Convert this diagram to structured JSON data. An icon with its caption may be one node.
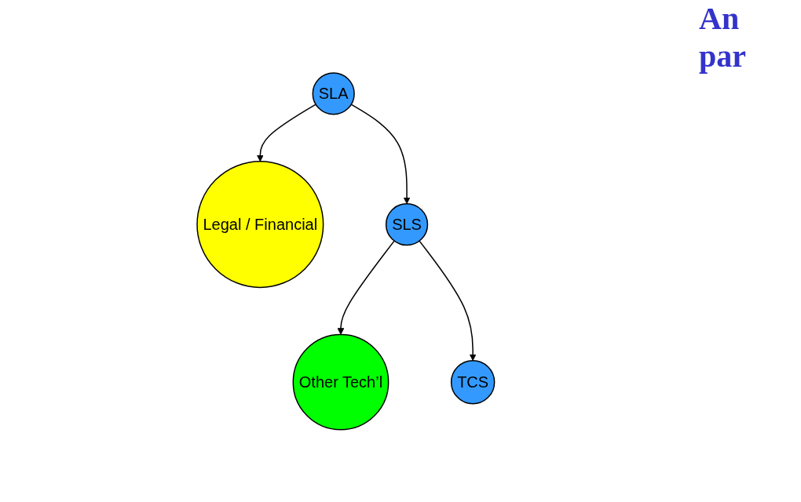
{
  "diagram": {
    "nodes": [
      {
        "text": [
          "SLA"
        ]
      },
      {
        "text": [
          "Legal / Financial"
        ]
      },
      {
        "text": [
          "SLS"
        ]
      },
      {
        "text": [
          "Other Tech’l"
        ]
      },
      {
        "text": [
          "TCS"
        ]
      }
    ],
    "edges": [
      {
        "from": 0,
        "to": 1,
        "arrow": "to"
      },
      {
        "from": 0,
        "to": 2,
        "arrow": "to"
      },
      {
        "from": 2,
        "to": 3,
        "arrow": "to"
      },
      {
        "from": 2,
        "to": 4,
        "arrow": "to"
      }
    ],
    "labels": [
      "An",
      "par"
    ]
  }
}
